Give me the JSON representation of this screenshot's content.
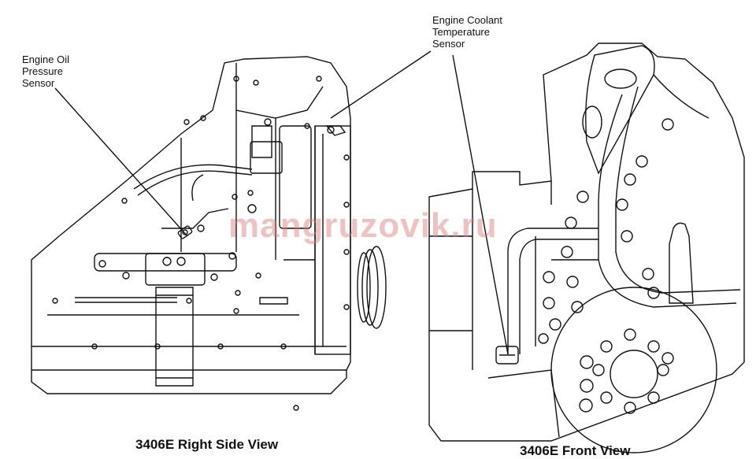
{
  "labels": {
    "oil_pressure": "Engine Oil\nPressure\nSensor",
    "coolant_temp": "Engine Coolant\nTemperature\nSensor"
  },
  "captions": {
    "right_side": "3406E Right Side View",
    "front": "3406E Front View"
  },
  "watermark": "mangruzovik.ru",
  "colors": {
    "line": "#111111",
    "watermark": "#dc7878"
  }
}
